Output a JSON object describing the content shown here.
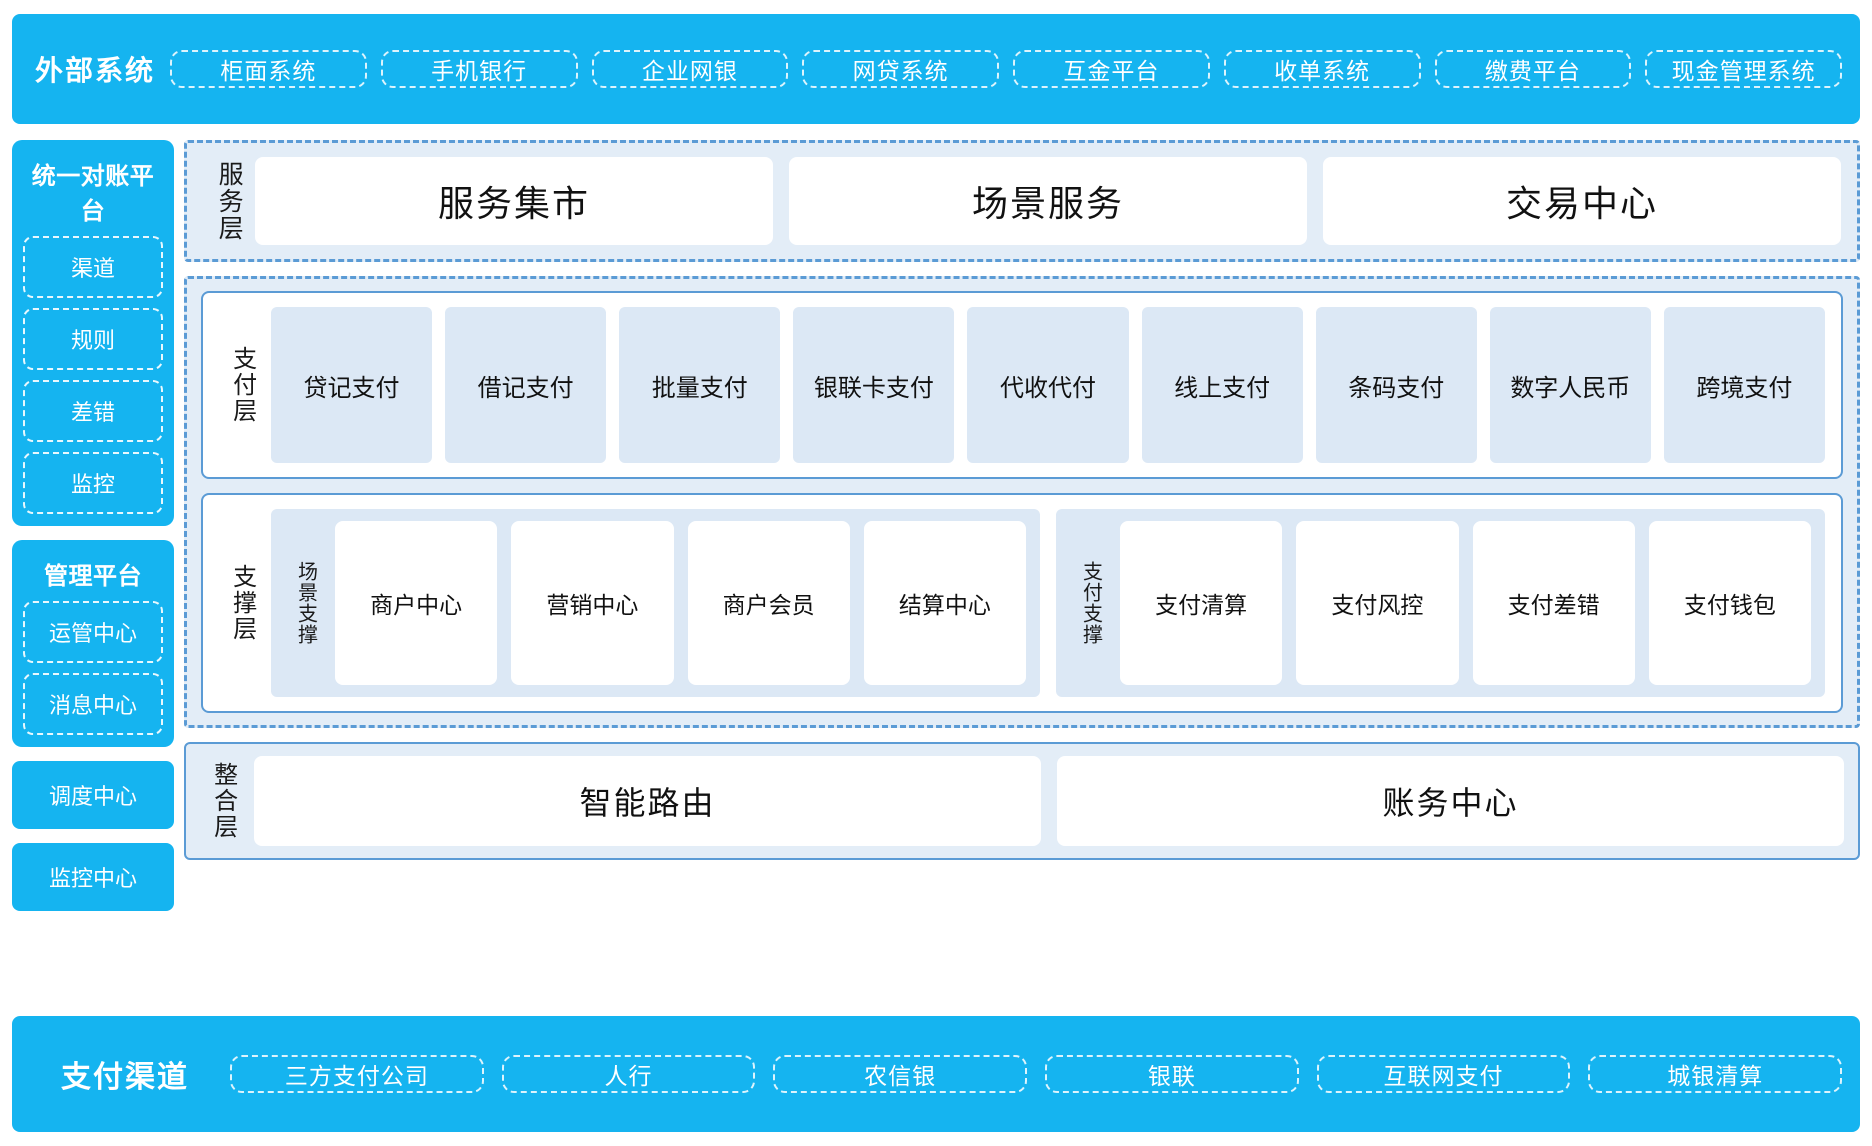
{
  "external_systems": {
    "title": "外部系统",
    "items": [
      "柜面系统",
      "手机银行",
      "企业网银",
      "网贷系统",
      "互金平台",
      "收单系统",
      "缴费平台",
      "现金管理系统"
    ]
  },
  "sidebar": {
    "reconciliation": {
      "title": "统一对账平台",
      "items": [
        "渠道",
        "规则",
        "差错",
        "监控"
      ]
    },
    "management": {
      "title": "管理平台",
      "items": [
        "运管中心",
        "消息中心"
      ]
    },
    "standalone": [
      "调度中心",
      "监控中心"
    ]
  },
  "service_layer": {
    "label": "服务层",
    "items": [
      "服务集市",
      "场景服务",
      "交易中心"
    ]
  },
  "payment_layer": {
    "label": "支付层",
    "items": [
      "贷记支付",
      "借记支付",
      "批量支付",
      "银联卡支付",
      "代收代付",
      "线上支付",
      "条码支付",
      "数字人民币",
      "跨境支付"
    ]
  },
  "support_layer": {
    "label": "支撑层",
    "scene_support": {
      "label": "场景支撑",
      "items": [
        "商户中心",
        "营销中心",
        "商户会员",
        "结算中心"
      ]
    },
    "payment_support": {
      "label": "支付支撑",
      "items": [
        "支付清算",
        "支付风控",
        "支付差错",
        "支付钱包"
      ]
    }
  },
  "integration_layer": {
    "label": "整合层",
    "items": [
      "智能路由",
      "账务中心"
    ]
  },
  "payment_channels": {
    "title": "支付渠道",
    "items": [
      "三方支付公司",
      "人行",
      "农信银",
      "银联",
      "互联网支付",
      "城银清算"
    ]
  },
  "colors": {
    "brand_blue": "#15b4f0",
    "band_blue": "#5b9bd5",
    "band_fill": "#e3edf7",
    "tile_fill": "#dce8f5"
  }
}
